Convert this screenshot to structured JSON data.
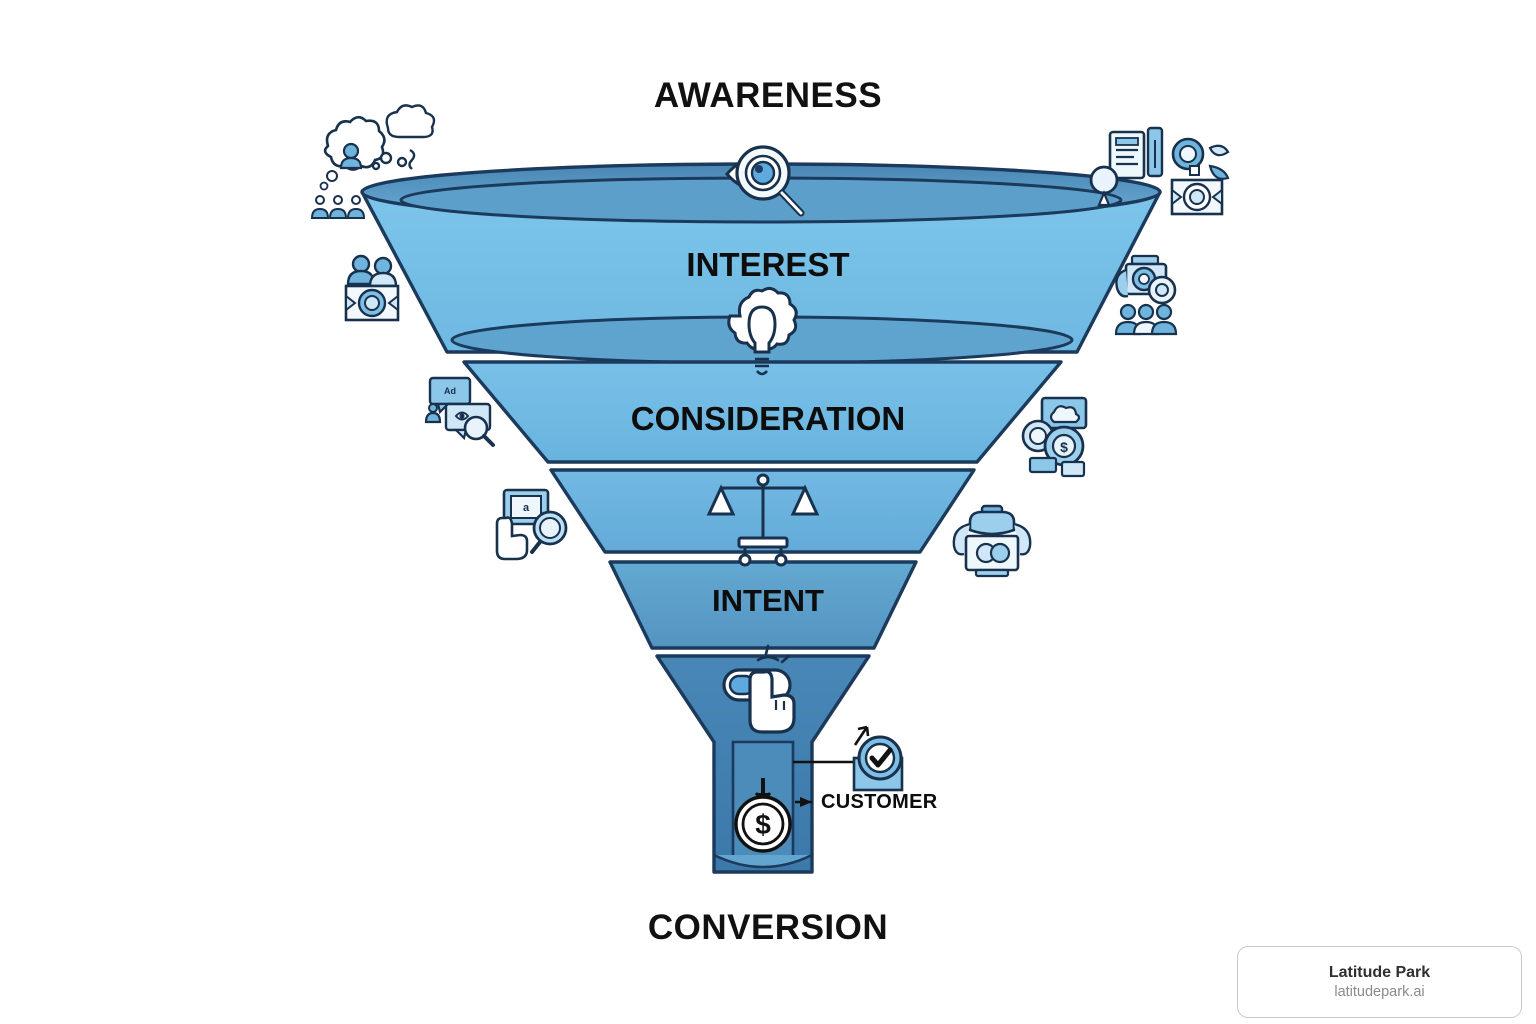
{
  "diagram": {
    "type": "marketing-conversion-funnel",
    "title_top": "AWARENESS",
    "title_bottom": "CONVERSION",
    "background": "#ffffff",
    "outline_color": "#1b3a5c",
    "stages": [
      {
        "id": "awareness",
        "label": "AWARENESS",
        "position": "above-funnel-top",
        "fill": "#6fb4dd",
        "icon": "eye-magnifier-icon"
      },
      {
        "id": "interest",
        "label": "INTEREST",
        "position": "band-1",
        "fill": "#74bfe8",
        "icon": "lightbulb-icon"
      },
      {
        "id": "consideration",
        "label": "CONSIDERATION",
        "position": "band-2",
        "fill": "#6dbbe6",
        "icon": "balance-scales-icon"
      },
      {
        "id": "intent",
        "label": "INTENT",
        "position": "band-3",
        "fill": "#5a9fc9",
        "icon": "toggle-click-icon"
      },
      {
        "id": "conversion",
        "label": "CONVERSION",
        "position": "below-funnel-neck",
        "fill": "#3d7bab",
        "icon": "dollar-coin-icon"
      }
    ],
    "callout": {
      "label": "CUSTOMER",
      "badge_icon": "checkmark-badge-icon",
      "target_icon": "dollar-coin-icon"
    },
    "side_icons": [
      {
        "id": "audience-thought-bubbles",
        "name": "thought-bubble-people-icon",
        "side": "left",
        "row": "awareness"
      },
      {
        "id": "devices-search",
        "name": "devices-magnifier-icon",
        "side": "right",
        "row": "awareness"
      },
      {
        "id": "media-camera-right",
        "name": "camera-media-icon",
        "side": "right",
        "row": "awareness"
      },
      {
        "id": "people-media-left",
        "name": "people-media-frame-icon",
        "side": "left",
        "row": "interest"
      },
      {
        "id": "camera-people-right",
        "name": "camera-people-icon",
        "side": "right",
        "row": "interest"
      },
      {
        "id": "chat-search-left",
        "name": "chat-bubbles-magnifier-icon",
        "side": "left",
        "row": "consideration"
      },
      {
        "id": "screen-coins-right",
        "name": "screen-coins-icon",
        "side": "right",
        "row": "consideration"
      },
      {
        "id": "screen-hand-left",
        "name": "monitor-click-magnifier-icon",
        "side": "left",
        "row": "compare"
      },
      {
        "id": "monitor-person-right",
        "name": "monitor-shopper-icon",
        "side": "right",
        "row": "compare"
      }
    ]
  },
  "logo": {
    "name": "Latitude Park",
    "url": "latitudepark.ai"
  }
}
